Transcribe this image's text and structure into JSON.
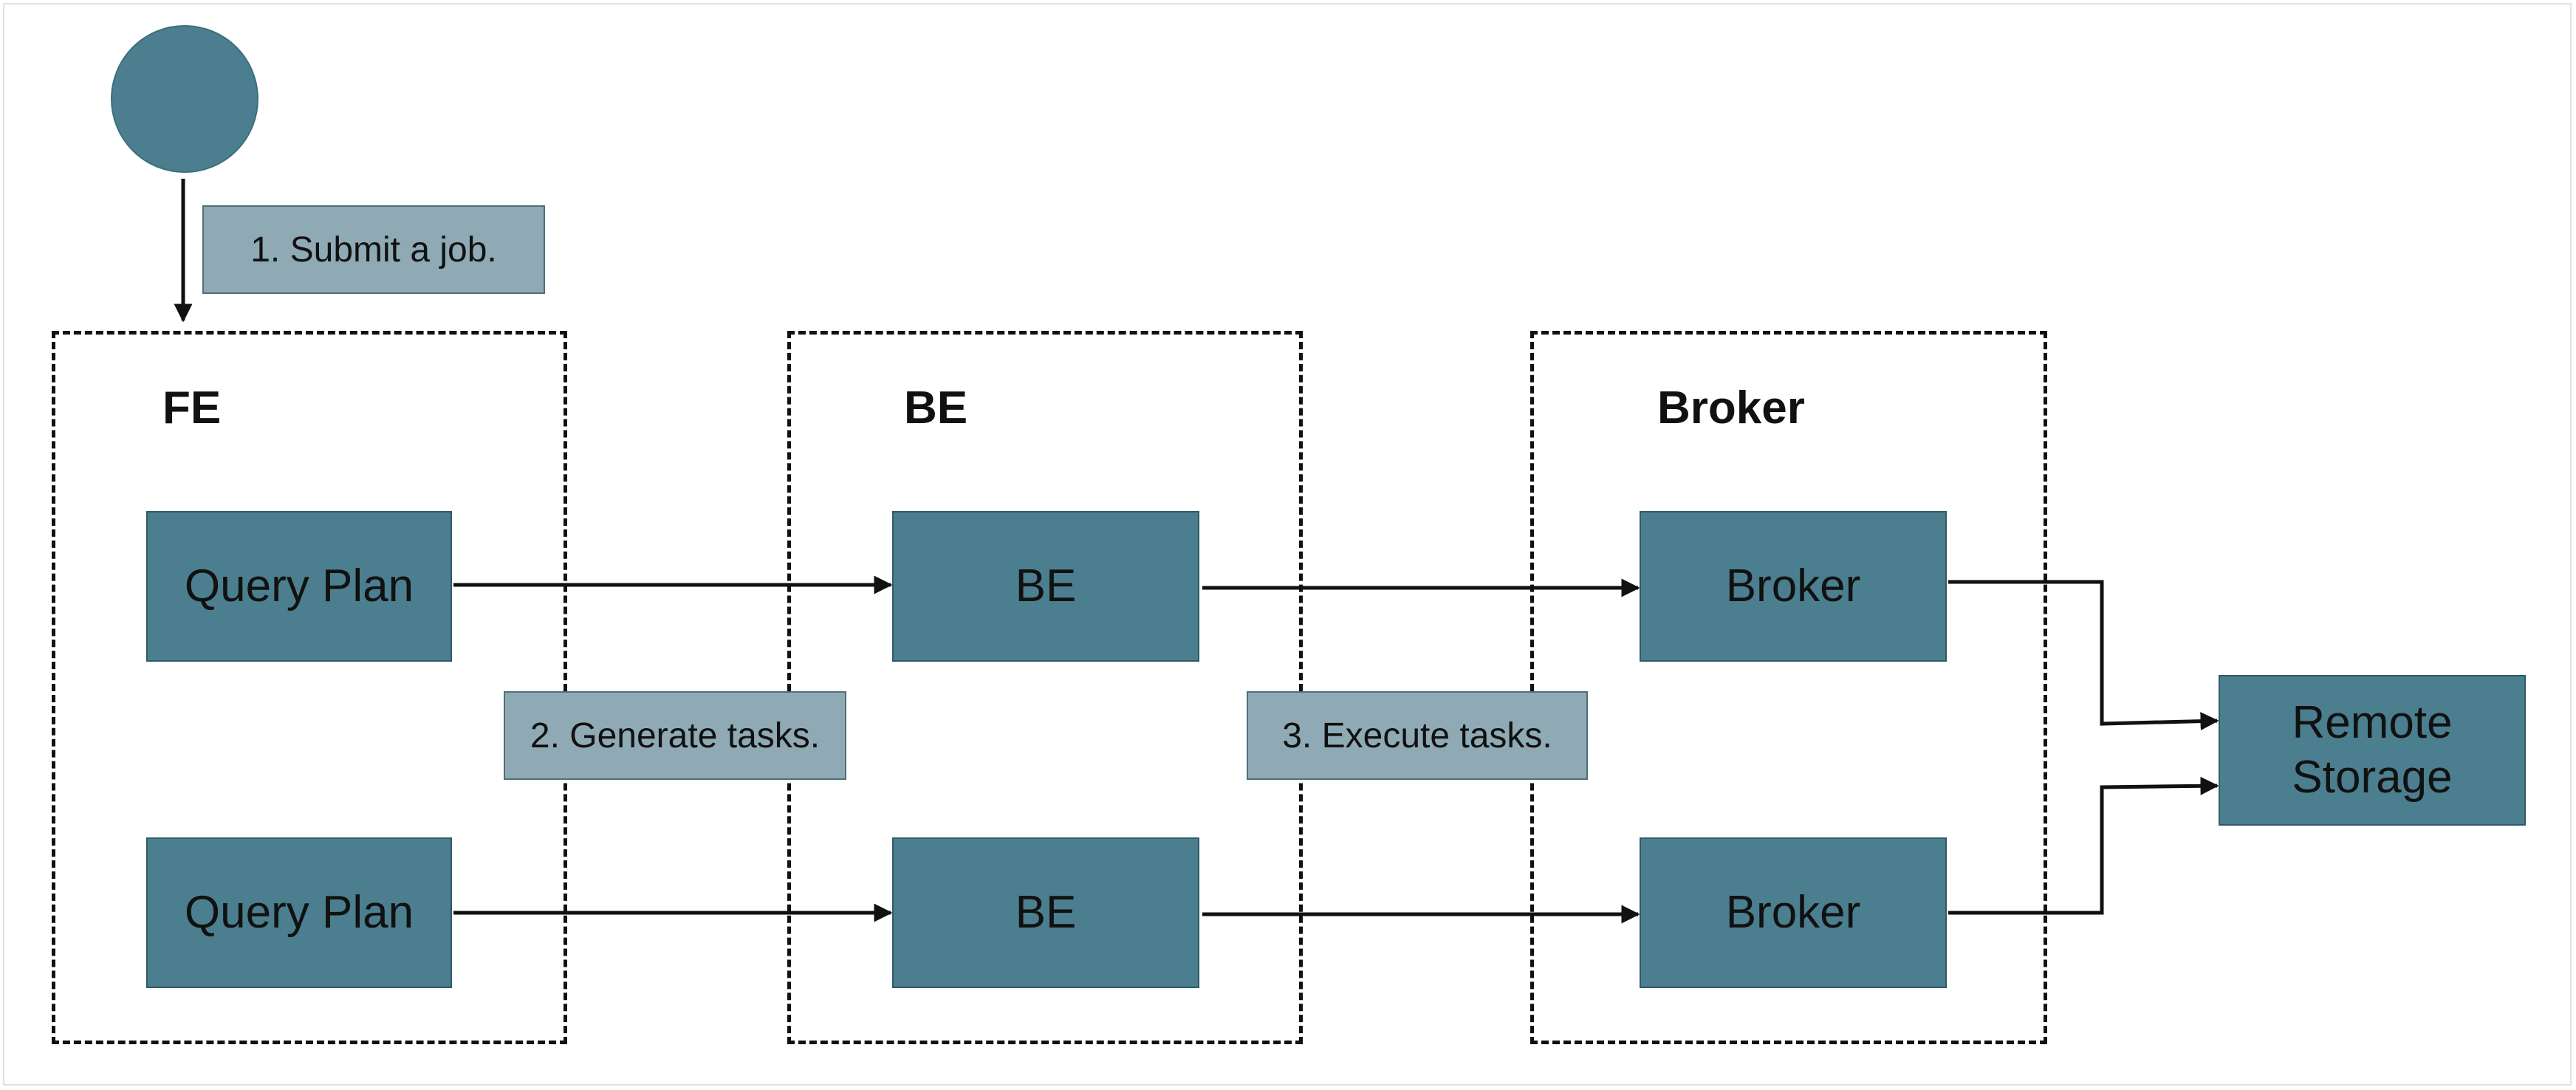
{
  "colors": {
    "node_fill": "#4b7f8f",
    "step_fill": "#8faab4",
    "line": "#111111"
  },
  "groups": {
    "fe": "FE",
    "be": "BE",
    "broker": "Broker"
  },
  "nodes": {
    "query_plan_1": "Query Plan",
    "query_plan_2": "Query Plan",
    "be_1": "BE",
    "be_2": "BE",
    "broker_1": "Broker",
    "broker_2": "Broker",
    "remote_storage": "Remote\nStorage"
  },
  "steps": {
    "submit": "1. Submit a job.",
    "generate": "2. Generate tasks.",
    "execute": "3. Execute tasks."
  }
}
